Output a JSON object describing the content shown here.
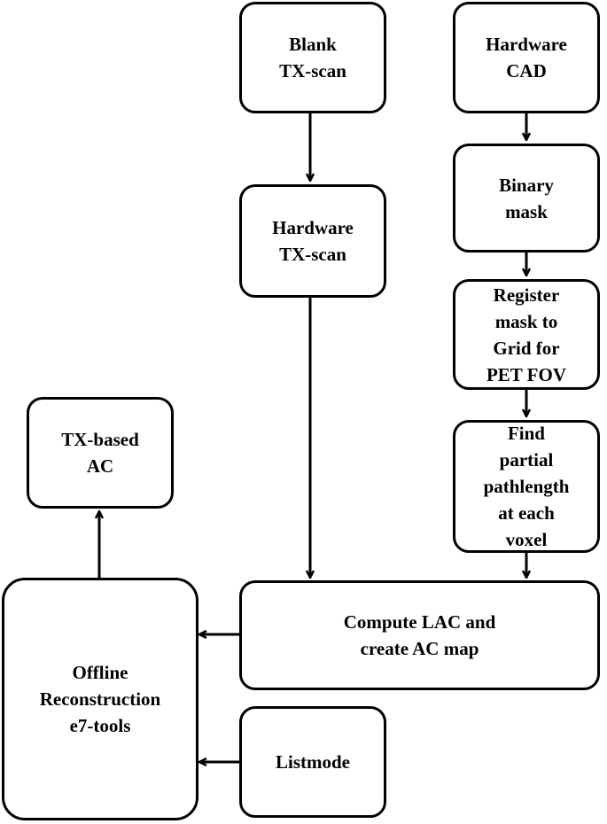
{
  "diagram": {
    "nodes": {
      "blank_tx_scan": [
        "Blank",
        "TX-scan"
      ],
      "hardware_cad": [
        "Hardware",
        "CAD"
      ],
      "hardware_tx_scan": [
        "Hardware",
        "TX-scan"
      ],
      "binary_mask": [
        "Binary",
        "mask"
      ],
      "register_mask": [
        "Register",
        "mask to",
        "Grid for",
        "PET FOV"
      ],
      "find_pathlength": [
        "Find",
        "partial",
        "pathlength",
        "at each",
        "voxel"
      ],
      "tx_based_ac": [
        "TX-based",
        "AC"
      ],
      "compute_lac": [
        "Compute LAC and",
        "create AC map"
      ],
      "offline_reconstruction": [
        "Offline",
        "Reconstruction",
        "e7-tools"
      ],
      "listmode": [
        "Listmode"
      ]
    },
    "edges": [
      {
        "from": "blank_tx_scan",
        "to": "hardware_tx_scan"
      },
      {
        "from": "hardware_cad",
        "to": "binary_mask"
      },
      {
        "from": "binary_mask",
        "to": "register_mask"
      },
      {
        "from": "register_mask",
        "to": "find_pathlength"
      },
      {
        "from": "hardware_tx_scan",
        "to": "compute_lac"
      },
      {
        "from": "find_pathlength",
        "to": "compute_lac"
      },
      {
        "from": "compute_lac",
        "to": "offline_reconstruction"
      },
      {
        "from": "listmode",
        "to": "offline_reconstruction"
      },
      {
        "from": "offline_reconstruction",
        "to": "tx_based_ac"
      }
    ],
    "colors": {
      "stroke": "#000000",
      "fill": "#ffffff"
    }
  }
}
